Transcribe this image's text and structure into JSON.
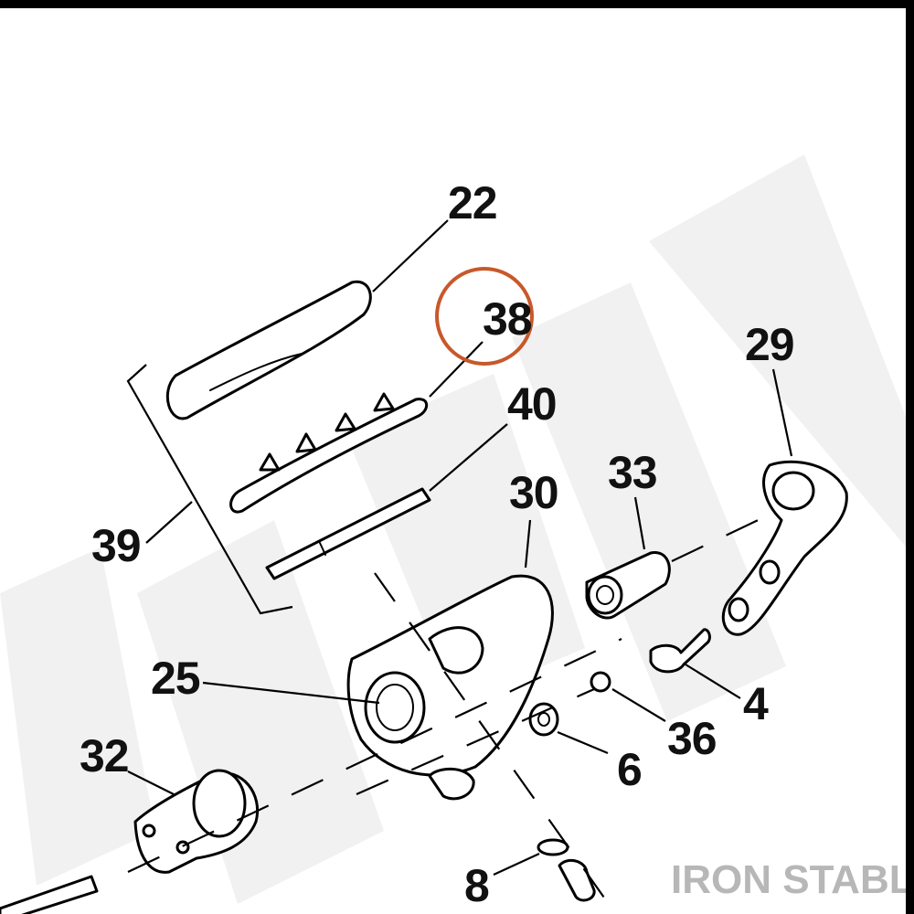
{
  "callouts": {
    "c22": "22",
    "c38": "38",
    "c40": "40",
    "c29": "29",
    "c33": "33",
    "c30": "30",
    "c39": "39",
    "c25": "25",
    "c4": "4",
    "c36": "36",
    "c32": "32",
    "c6": "6",
    "c8": "8"
  },
  "highlight": {
    "callout": "38",
    "ring_color": "#c8582a"
  },
  "watermark": {
    "text": "IRON STABLE",
    "color": "#b7b7b7"
  },
  "colors": {
    "line": "#000000",
    "background": "#ffffff",
    "label": "#111111"
  }
}
